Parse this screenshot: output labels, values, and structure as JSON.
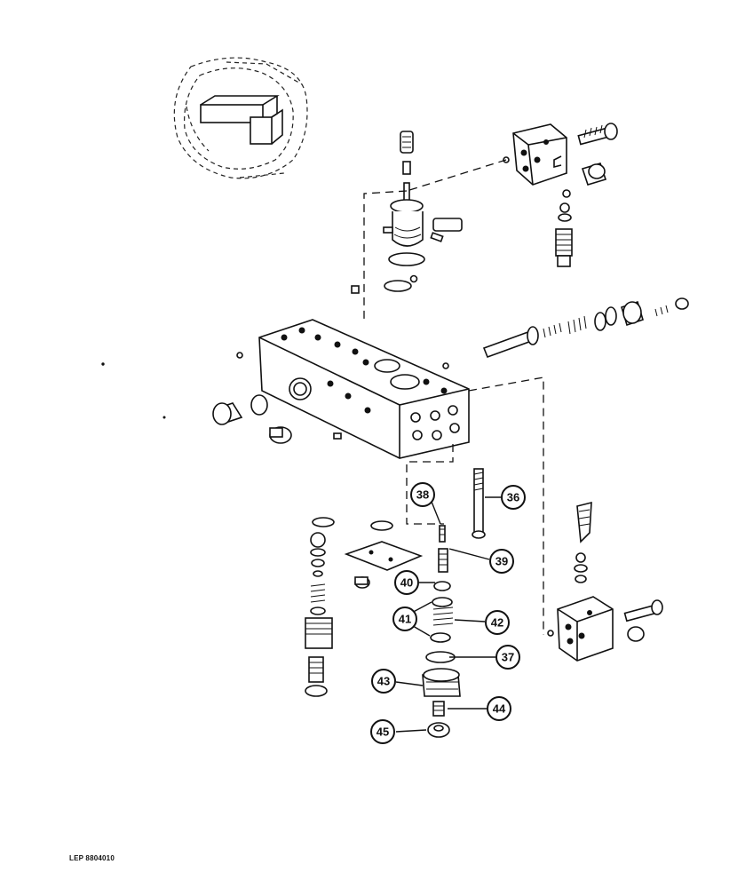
{
  "callouts": [
    {
      "id": "36",
      "label": "36"
    },
    {
      "id": "37",
      "label": "37"
    },
    {
      "id": "38",
      "label": "38"
    },
    {
      "id": "39",
      "label": "39"
    },
    {
      "id": "40",
      "label": "40"
    },
    {
      "id": "41",
      "label": "41"
    },
    {
      "id": "42",
      "label": "42"
    },
    {
      "id": "43",
      "label": "43"
    },
    {
      "id": "44",
      "label": "44"
    },
    {
      "id": "45",
      "label": "45"
    }
  ],
  "figure_reference": "LEP 8804010"
}
